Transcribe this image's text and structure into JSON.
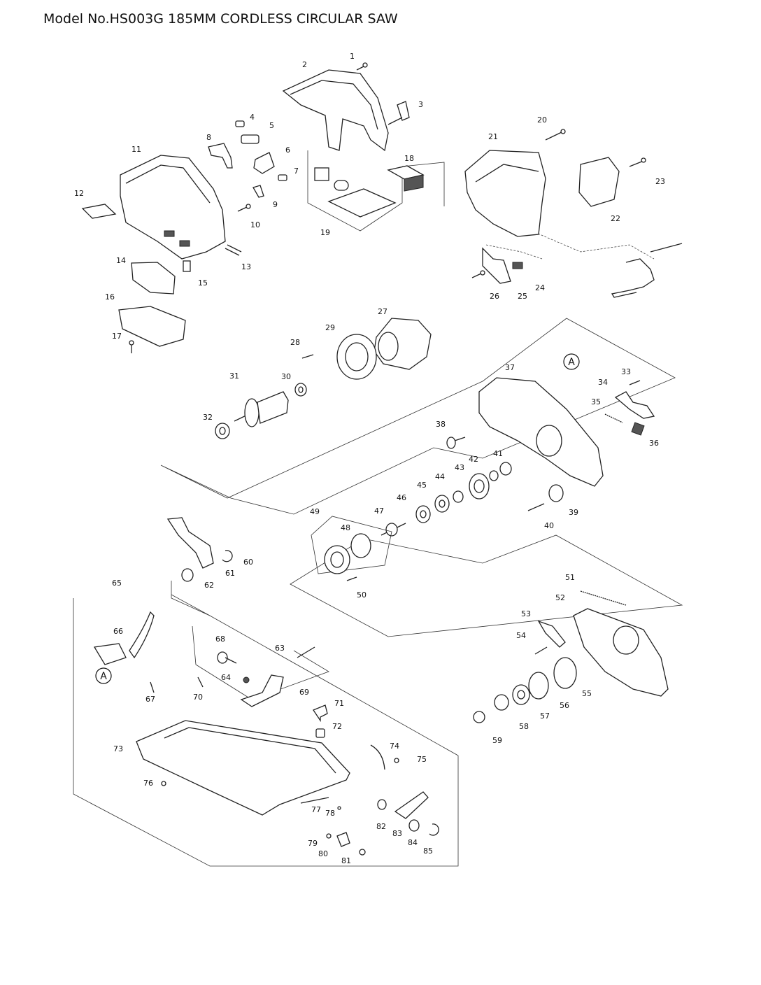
{
  "header": {
    "title": "Model No.HS003G 185MM CORDLESS CIRCULAR SAW"
  },
  "reference_marks": [
    "A",
    "A"
  ],
  "callouts": [
    "1",
    "2",
    "3",
    "4",
    "5",
    "6",
    "7",
    "8",
    "9",
    "10",
    "11",
    "12",
    "13",
    "14",
    "15",
    "16",
    "17",
    "18",
    "19",
    "20",
    "21",
    "22",
    "23",
    "24",
    "25",
    "26",
    "27",
    "28",
    "29",
    "30",
    "31",
    "32",
    "33",
    "34",
    "35",
    "36",
    "37",
    "38",
    "39",
    "40",
    "41",
    "42",
    "43",
    "44",
    "45",
    "46",
    "47",
    "48",
    "49",
    "50",
    "51",
    "52",
    "53",
    "54",
    "55",
    "56",
    "57",
    "58",
    "59",
    "60",
    "61",
    "62",
    "63",
    "64",
    "65",
    "66",
    "67",
    "68",
    "69",
    "70",
    "71",
    "72",
    "73",
    "74",
    "75",
    "76",
    "77",
    "78",
    "79",
    "80",
    "81",
    "82",
    "83",
    "84",
    "85"
  ]
}
